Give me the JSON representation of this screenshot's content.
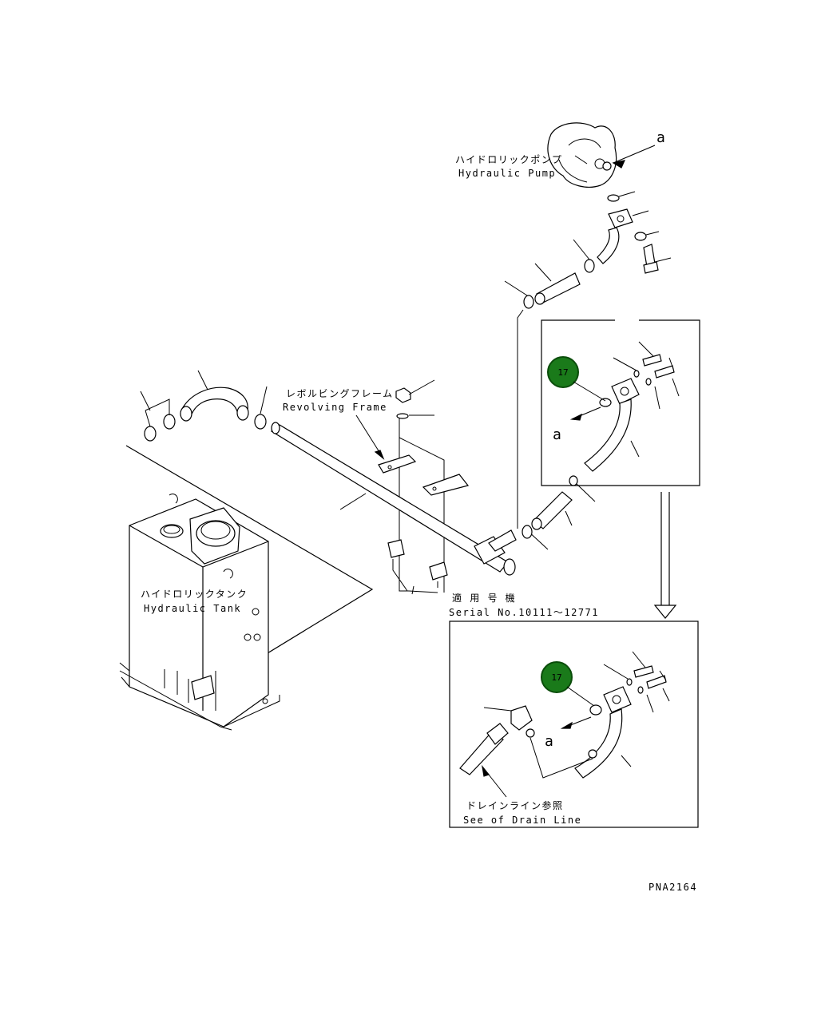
{
  "labels": {
    "pump_jp": "ハイドロリックポンプ",
    "pump_en": "Hydraulic Pump",
    "frame_jp": "レボルビングフレーム",
    "frame_en": "Revolving Frame",
    "tank_jp": "ハイドロリックタンク",
    "tank_en": "Hydraulic Tank",
    "serial_jp": "適 用 号 機",
    "serial_en": "Serial No.10111～12771",
    "drain_jp": "ドレインライン参照",
    "drain_en": "See of Drain Line",
    "ref_a_top": "a",
    "ref_a_detail1": "a",
    "ref_a_detail2": "a",
    "drawing_no": "PNA2164"
  },
  "callouts": [
    {
      "number": "17"
    },
    {
      "number": "17"
    }
  ],
  "colors": {
    "callout_fill": "#1a7a1a",
    "line": "#000000"
  }
}
